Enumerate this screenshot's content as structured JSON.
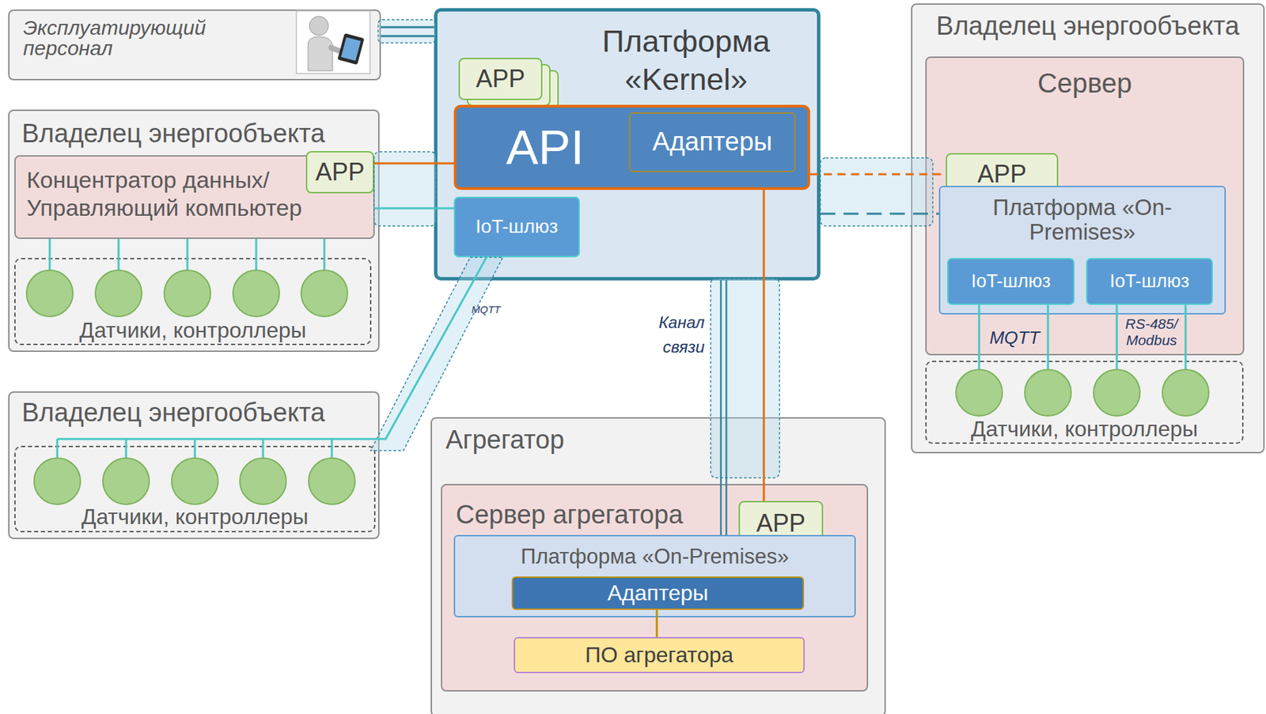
{
  "diagram": {
    "nodes": [
      {
        "text": [
          "Эксплуатирующий персонал"
        ]
      },
      {
        "text": [
          "Платформа «Kernel»"
        ]
      },
      {
        "text": [
          "APP"
        ],
        "in": 1
      },
      {
        "text": [
          "API"
        ],
        "in": 1
      },
      {
        "text": [
          "Адаптеры"
        ],
        "in": 3
      },
      {
        "text": [
          "IoT-шлюз"
        ],
        "in": 1
      },
      {
        "text": [
          "Владелец энергообъекта"
        ]
      },
      {
        "text": [
          "Сервер"
        ],
        "in": 6
      },
      {
        "text": [
          "APP"
        ],
        "in": 7
      },
      {
        "text": [
          "Платформа «On-Premises»"
        ],
        "in": 7
      },
      {
        "text": [
          "IoT-шлюз"
        ],
        "in": 9
      },
      {
        "text": [
          "IoT-шлюз"
        ],
        "in": 9
      },
      {
        "text": [
          "Датчики, контроллеры"
        ],
        "in": 6
      },
      {
        "text": [
          "Владелец энергообъекта"
        ]
      },
      {
        "text": [
          "Концентратор данных/ Управляющий компьютер"
        ],
        "in": 13
      },
      {
        "text": [
          "APP"
        ],
        "in": 13
      },
      {
        "text": [
          "Датчики, контроллеры"
        ],
        "in": 13
      },
      {
        "text": [
          "Владелец энергообъекта"
        ]
      },
      {
        "text": [
          "Датчики, контроллеры"
        ],
        "in": 17
      },
      {
        "text": [
          "Агрегатор"
        ]
      },
      {
        "text": [
          "Сервер агрегатора"
        ],
        "in": 19
      },
      {
        "text": [
          "APP"
        ],
        "in": 20
      },
      {
        "text": [
          "Платформа «On-Premises»"
        ],
        "in": 20
      },
      {
        "text": [
          "Адаптеры"
        ],
        "in": 22
      },
      {
        "text": [
          "ПО агрегатора"
        ],
        "in": 20
      }
    ],
    "edges": [
      {
        "from": 0,
        "to": 1,
        "arrow": "none"
      },
      {
        "from": 15,
        "to": 3,
        "arrow": "none"
      },
      {
        "from": 14,
        "to": 5,
        "arrow": "none"
      },
      {
        "from": 5,
        "to": 18,
        "arrow": "none",
        "label": "MQTT"
      },
      {
        "from": 3,
        "to": 8,
        "arrow": "none"
      },
      {
        "from": 1,
        "to": 9,
        "arrow": "none"
      },
      {
        "from": 3,
        "to": 21,
        "arrow": "none"
      },
      {
        "from": 1,
        "to": 22,
        "arrow": "none"
      },
      {
        "from": 10,
        "to": 12,
        "arrow": "none",
        "label": "MQTT"
      },
      {
        "from": 11,
        "to": 12,
        "arrow": "none",
        "label": "RS-485/ Modbus"
      },
      {
        "from": 14,
        "to": 16,
        "arrow": "none"
      },
      {
        "from": 23,
        "to": 24,
        "arrow": "none"
      }
    ],
    "labels": [
      "Канал связи"
    ]
  }
}
